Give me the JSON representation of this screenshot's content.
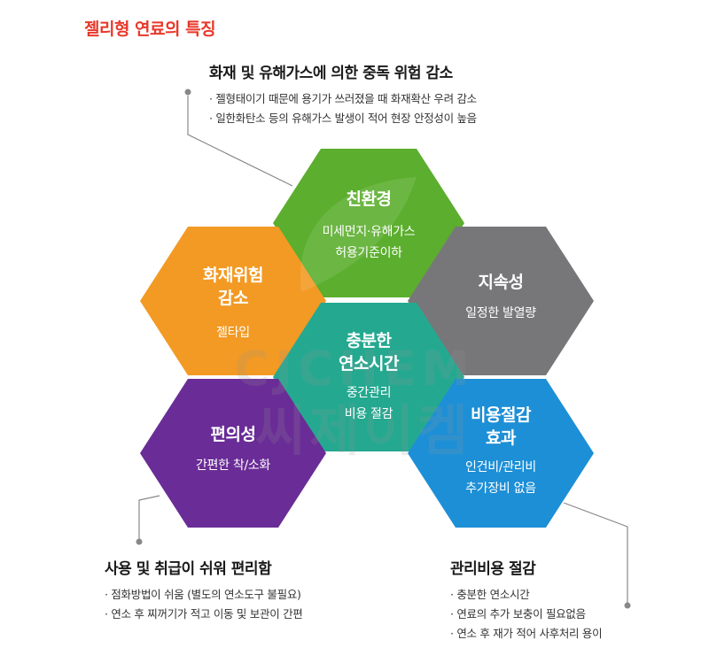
{
  "title": "젤리형 연료의 특징",
  "callouts": {
    "top": {
      "heading": "화재 및 유해가스에 의한 중독 위험 감소",
      "bullets": [
        "젤형태이기 때문에 용기가 쓰러졌을 때 화재확산 우려 감소",
        "일한화탄소 등의 유해가스 발생이 적어 현장 안정성이 높음"
      ]
    },
    "bottom_left": {
      "heading": "사용 및 취급이 쉬워 편리함",
      "bullets": [
        "점화방법이 쉬움 (별도의 연소도구 불필요)",
        "연소 후 찌꺼기가 적고 이동 및 보관이 간편"
      ]
    },
    "bottom_right": {
      "heading": "관리비용 절감",
      "bullets": [
        "충분한 연소시간",
        "연료의 추가 보충이 필요없음",
        "연소 후 재가 적어 사후처리 용이"
      ]
    }
  },
  "hexagons": {
    "eco": {
      "title": "친환경",
      "lines": [
        "미세먼지·유해가스",
        "허용기준이하"
      ],
      "color": "#5cae2e"
    },
    "fire": {
      "title_lines": [
        "화재위험",
        "감소"
      ],
      "desc": "젤타입",
      "color": "#f29a24"
    },
    "sustain": {
      "title": "지속성",
      "desc": "일정한 발열량",
      "color": "#77777a"
    },
    "center": {
      "title_lines": [
        "충분한",
        "연소시간"
      ],
      "lines": [
        "중간관리",
        "비용 절감"
      ],
      "color": "#24a990"
    },
    "convenience": {
      "title": "편의성",
      "desc": "간편한 착/소화",
      "color": "#6a2c96"
    },
    "cost": {
      "title_lines": [
        "비용절감",
        "효과"
      ],
      "lines": [
        "인건비/관리비",
        "추가장비 없음"
      ],
      "color": "#1d8fd6"
    }
  },
  "watermark": {
    "latin": "CJCHEM",
    "korean": "씨제이켐"
  }
}
